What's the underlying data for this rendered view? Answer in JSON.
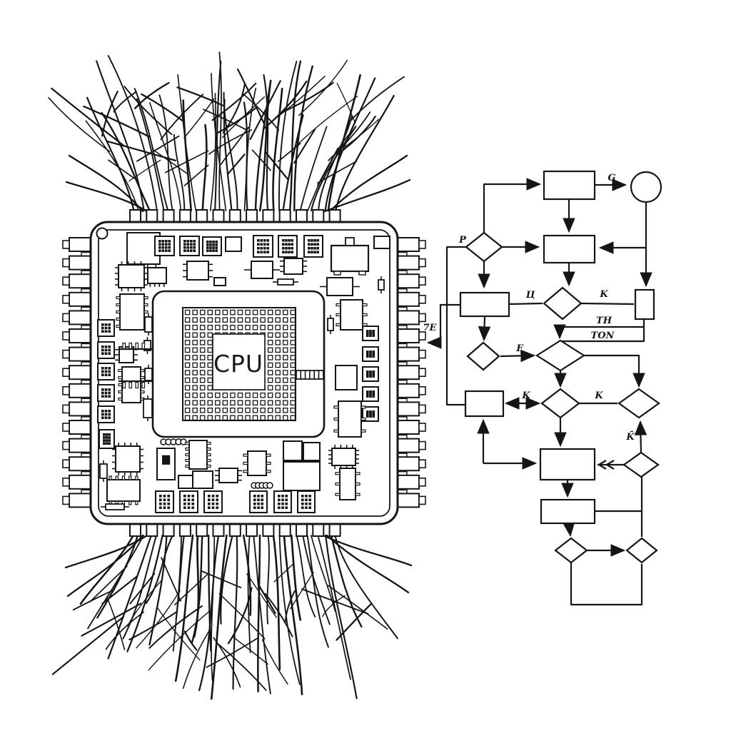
{
  "illustration": {
    "chip": {
      "cpu_label": "CPU"
    },
    "flowchart": {
      "labels": {
        "g": "G",
        "p": "P",
        "u": "Ц",
        "k_d": "K",
        "th": "TH",
        "ton": "TON",
        "te": "7E",
        "f": "F",
        "k_km": "K",
        "k_mn": "K",
        "kbar": "K̄"
      }
    },
    "colors": {
      "ink": "#151515",
      "paper": "#ffffff"
    }
  }
}
